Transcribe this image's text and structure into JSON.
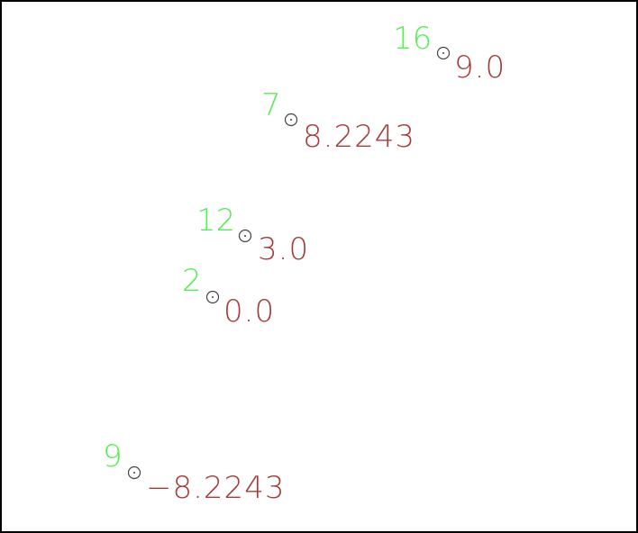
{
  "points": [
    {
      "id": "16",
      "value": "9.0"
    },
    {
      "id": "7",
      "value": "8.2243"
    },
    {
      "id": "12",
      "value": "3.0"
    },
    {
      "id": "2",
      "value": "0.0"
    },
    {
      "id": "9",
      "value": "−8.2243"
    }
  ],
  "colors": {
    "id_label": "#55ee55",
    "value_label": "#a83a3a",
    "marker": "#444444",
    "frame": "#000000"
  }
}
